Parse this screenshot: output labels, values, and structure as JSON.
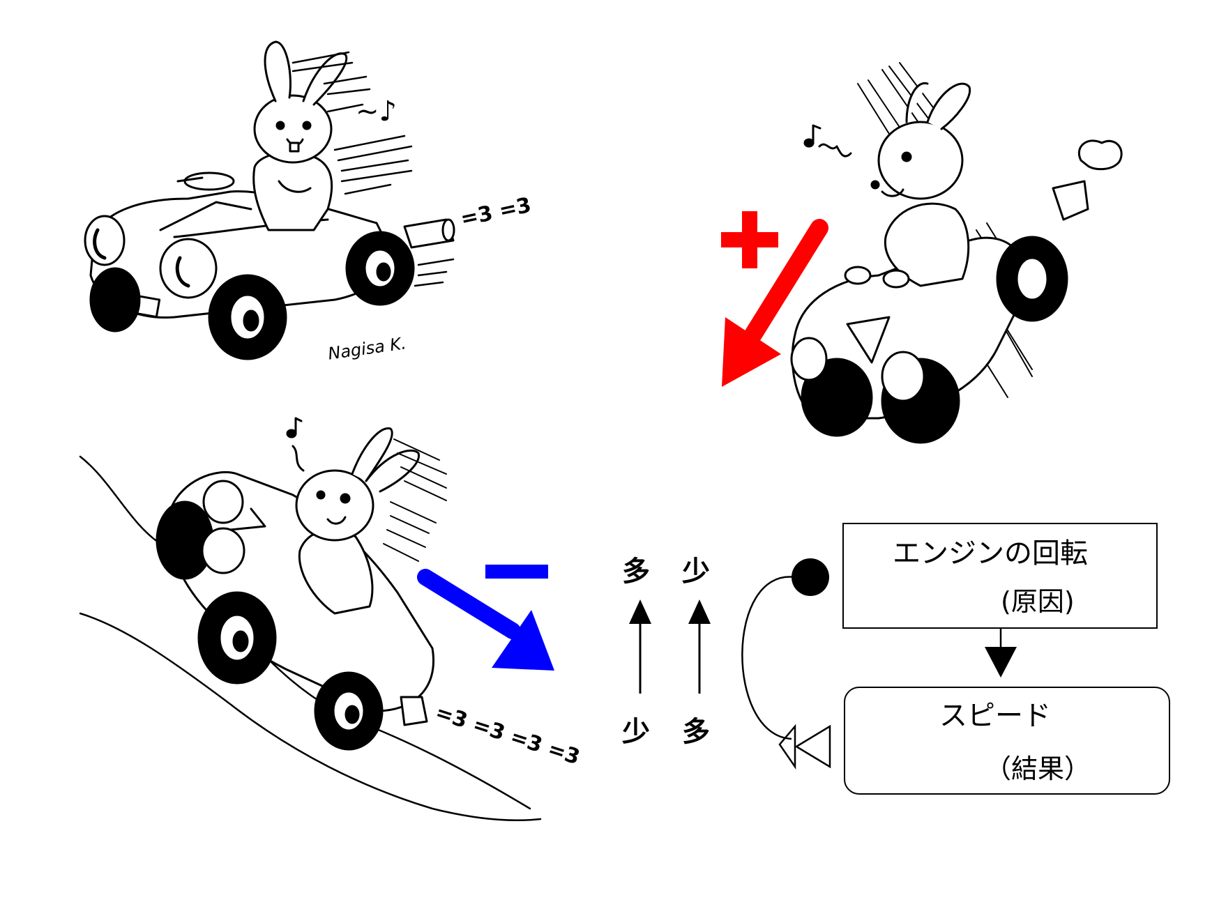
{
  "illustrations": {
    "top_left": {
      "signature": "Nagisa K.",
      "exhaust": "=3 =3",
      "music": "~♪"
    },
    "top_right": {
      "music": "♪~"
    },
    "bottom_left": {
      "exhaust": "=3 =3 =3 =3",
      "music": "♪"
    }
  },
  "signs": {
    "plus": {
      "symbol": "+",
      "color": "#ff0000"
    },
    "minus": {
      "symbol": "−",
      "color": "#0000ff"
    }
  },
  "arrow_colors": {
    "red": "#ff0000",
    "blue": "#0000ff"
  },
  "relation": {
    "left_column": {
      "top": "多",
      "bottom": "少"
    },
    "right_column": {
      "top": "少",
      "bottom": "多"
    }
  },
  "causal_diagram": {
    "cause_box": {
      "line1": "エンジンの回転",
      "line2": "(原因)"
    },
    "effect_box": {
      "line1": "スピード",
      "line2": "（結果）"
    },
    "feedback_start": "filled-circle",
    "feedback_end": "open-triangle"
  }
}
